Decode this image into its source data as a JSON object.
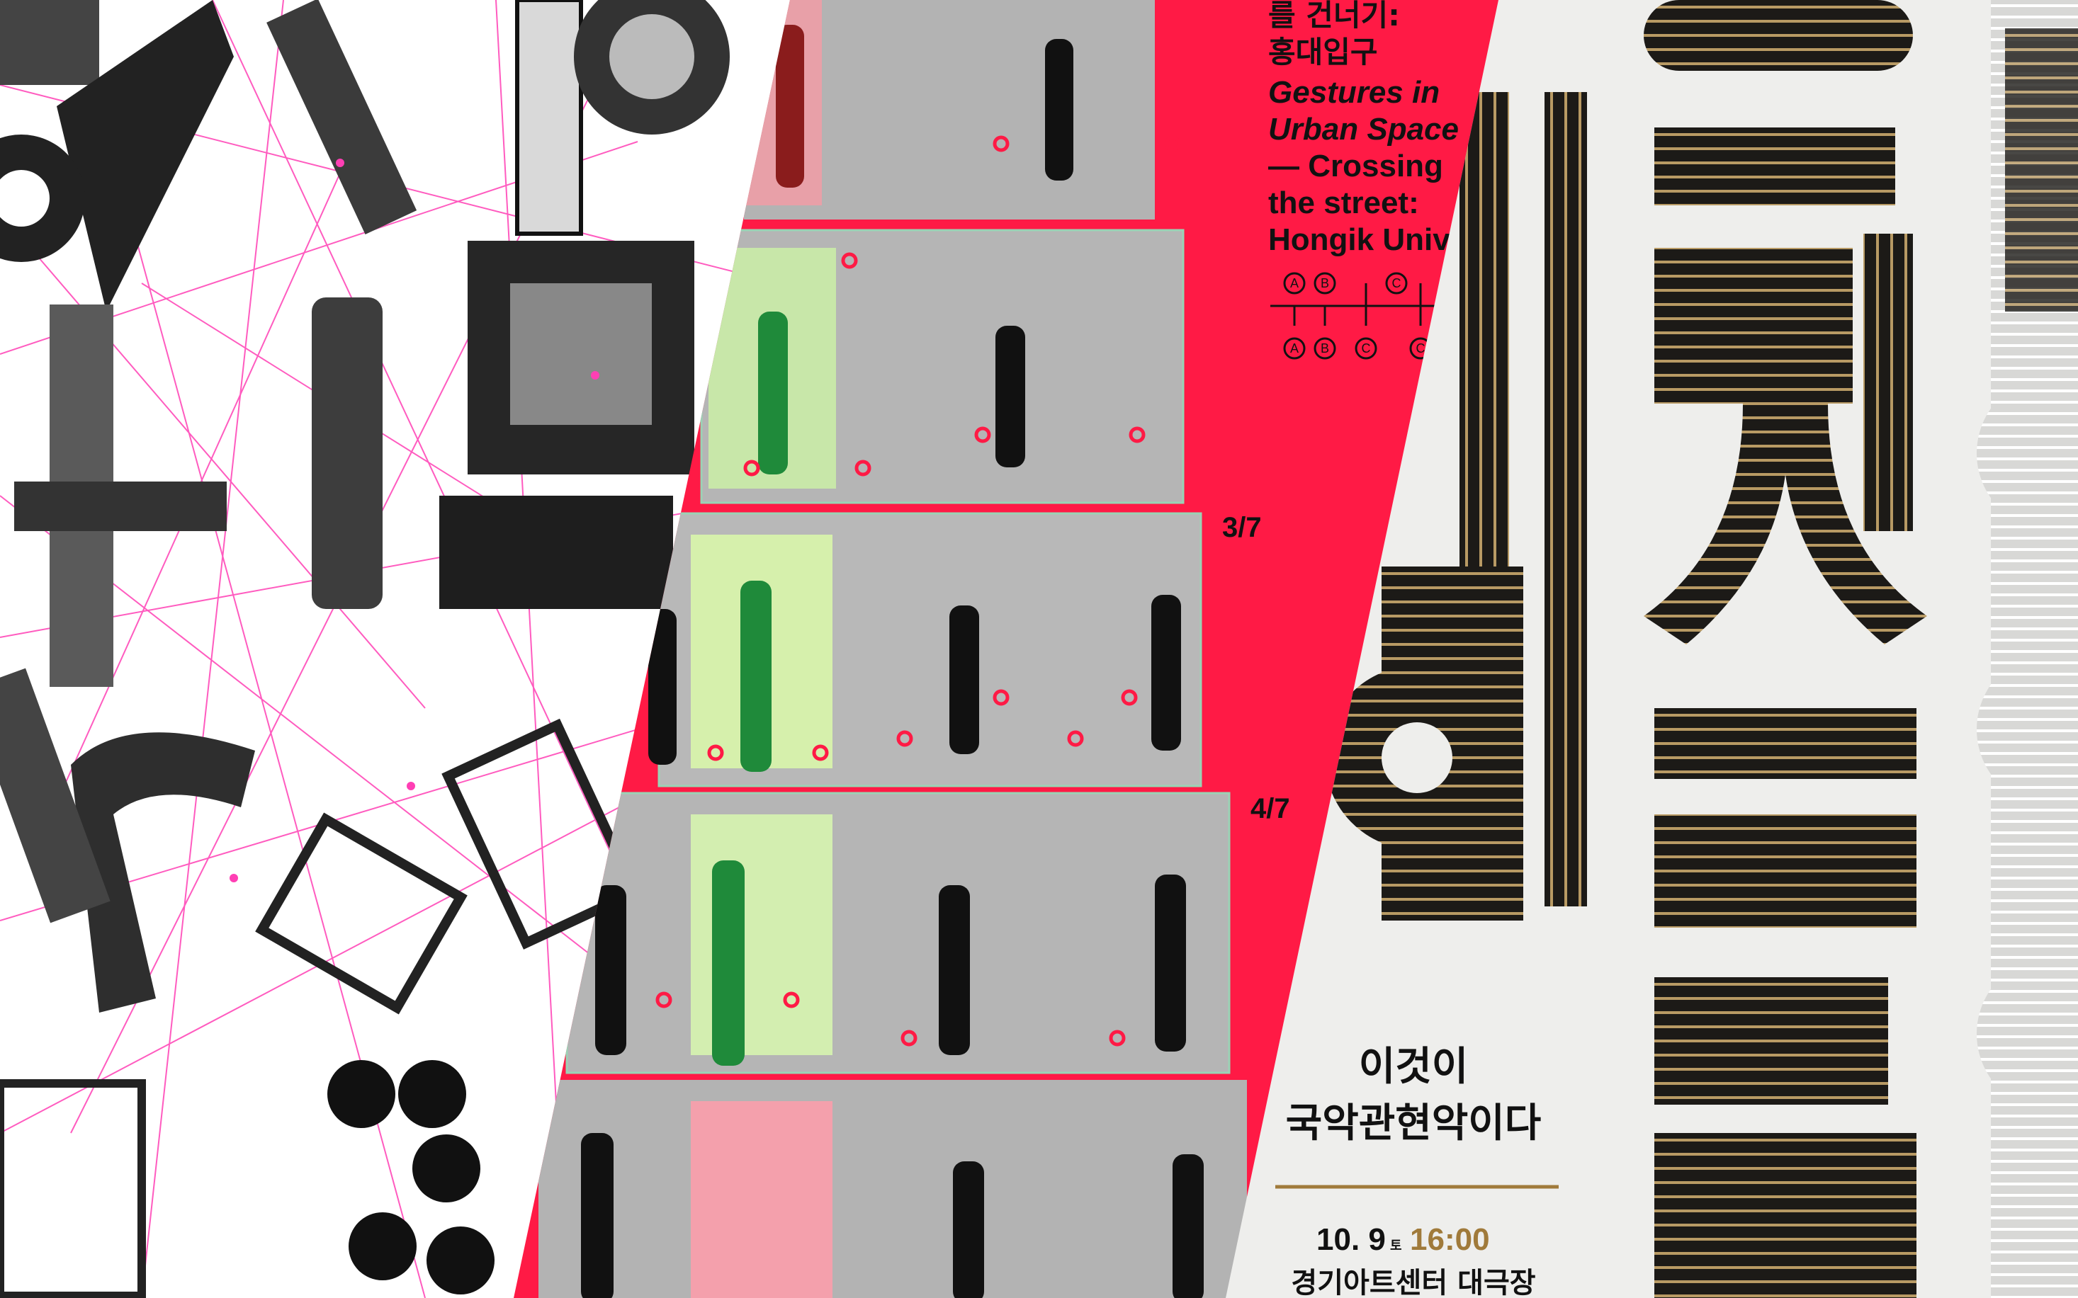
{
  "panels": {
    "left": {
      "accent": "#ff3fb4",
      "background": "#ffffff"
    },
    "middle": {
      "background": "#ff1a45",
      "heading_kr_top": "를 건너기:",
      "heading_kr": "홍대입구",
      "title_italic_1": "Gestures in",
      "title_italic_2": "Urban Space",
      "subtitle_1": "— Crossing",
      "subtitle_2": "the street:",
      "subtitle_3": "Hongik Univ",
      "markers_top": [
        "A",
        "B",
        "C"
      ],
      "markers_bottom": [
        "A",
        "B",
        "C",
        "C"
      ],
      "frame_labels": [
        "3/7",
        "4/7"
      ]
    },
    "right": {
      "background": "#eeeeec",
      "gold": "#a07a3a",
      "title_1": "이것이",
      "title_2": "국악관현악이다",
      "date": "10. 9",
      "weekday": "토",
      "time": "16:00",
      "venue": "경기아트센터 대극장"
    }
  }
}
